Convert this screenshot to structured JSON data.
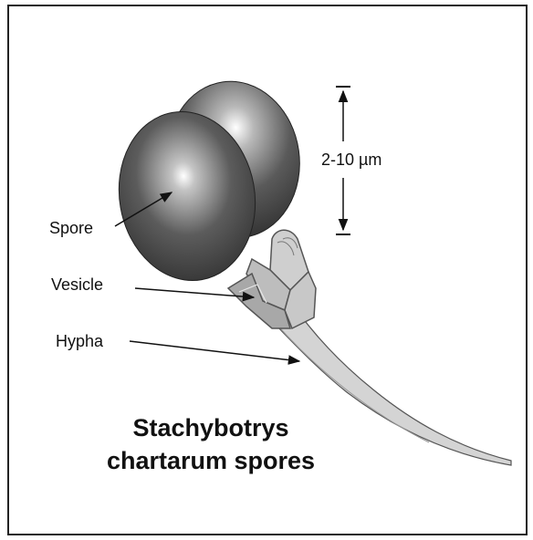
{
  "diagram": {
    "labels": {
      "spore": "Spore",
      "vesicle": "Vesicle",
      "hypha": "Hypha",
      "measurement": "2-10 µm"
    },
    "title": {
      "line1": "Stachybotrys",
      "line2": "chartarum spores"
    }
  },
  "colors": {
    "border": "#222222",
    "spore_dark": "#3a3a3a",
    "spore_highlight": "#ffffff",
    "vesicle_fill": "#a8a8a8",
    "vesicle_light": "#cfcfcf",
    "hypha_fill": "#d4d4d4",
    "outline": "#555555"
  }
}
